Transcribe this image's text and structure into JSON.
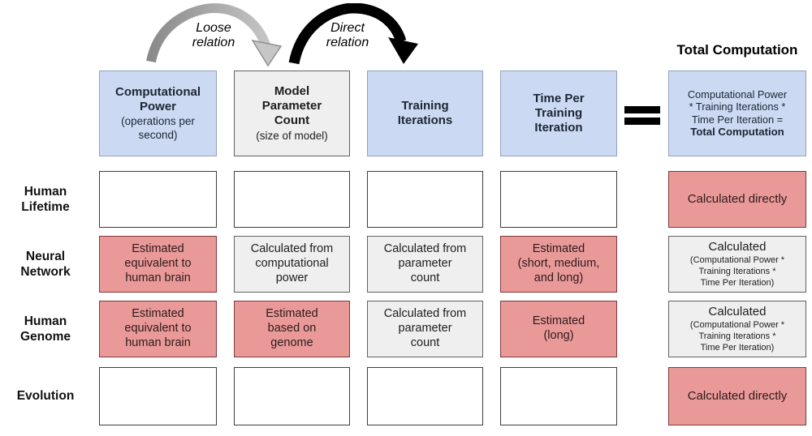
{
  "palette": {
    "blue_fill": "#cbdaf2",
    "blue_border": "#93a2bd",
    "gray_fill": "#efefef",
    "gray_border": "#616161",
    "red_fill": "#ea9999",
    "red_border": "#7e3a3a",
    "white_fill": "#ffffff",
    "white_border": "#3d3d3d",
    "arrow_gray": "#9a9a9a",
    "arrow_black": "#000000"
  },
  "arrows": {
    "loose": "Loose\nrelation",
    "direct": "Direct\nrelation"
  },
  "total_computation_label": "Total Computation",
  "equals_symbol": "=",
  "header": {
    "col1": {
      "title": "Computational\nPower",
      "subtitle": "(operations per\nsecond)"
    },
    "col2": {
      "title": "Model\nParameter\nCount",
      "subtitle": "(size of model)"
    },
    "col3": {
      "title": "Training\nIterations"
    },
    "col4": {
      "title": "Time Per\nTraining\nIteration"
    },
    "col5": {
      "formula": "Computational Power\n* Training Iterations *\nTime Per Iteration =",
      "result": "Total Computation"
    }
  },
  "rows": [
    {
      "label": "Human\nLifetime",
      "cells": [
        {
          "main": ""
        },
        {
          "main": ""
        },
        {
          "main": ""
        },
        {
          "main": ""
        },
        {
          "main": "Calculated directly"
        }
      ]
    },
    {
      "label": "Neural\nNetwork",
      "cells": [
        {
          "main": "Estimated\nequivalent to\nhuman brain"
        },
        {
          "main": "Calculated from\ncomputational\npower"
        },
        {
          "main": "Calculated from\nparameter\ncount"
        },
        {
          "main": "Estimated\n(short, medium,\nand long)"
        },
        {
          "main": "Calculated",
          "sub": "(Computational Power *\nTraining Iterations *\nTime Per Iteration)"
        }
      ]
    },
    {
      "label": "Human\nGenome",
      "cells": [
        {
          "main": "Estimated\nequivalent to\nhuman brain"
        },
        {
          "main": "Estimated\nbased on\ngenome"
        },
        {
          "main": "Calculated from\nparameter\ncount"
        },
        {
          "main": "Estimated\n(long)"
        },
        {
          "main": "Calculated",
          "sub": "(Computational Power *\nTraining Iterations *\nTime Per Iteration)"
        }
      ]
    },
    {
      "label": "Evolution",
      "cells": [
        {
          "main": ""
        },
        {
          "main": ""
        },
        {
          "main": ""
        },
        {
          "main": ""
        },
        {
          "main": "Calculated directly"
        }
      ]
    }
  ]
}
